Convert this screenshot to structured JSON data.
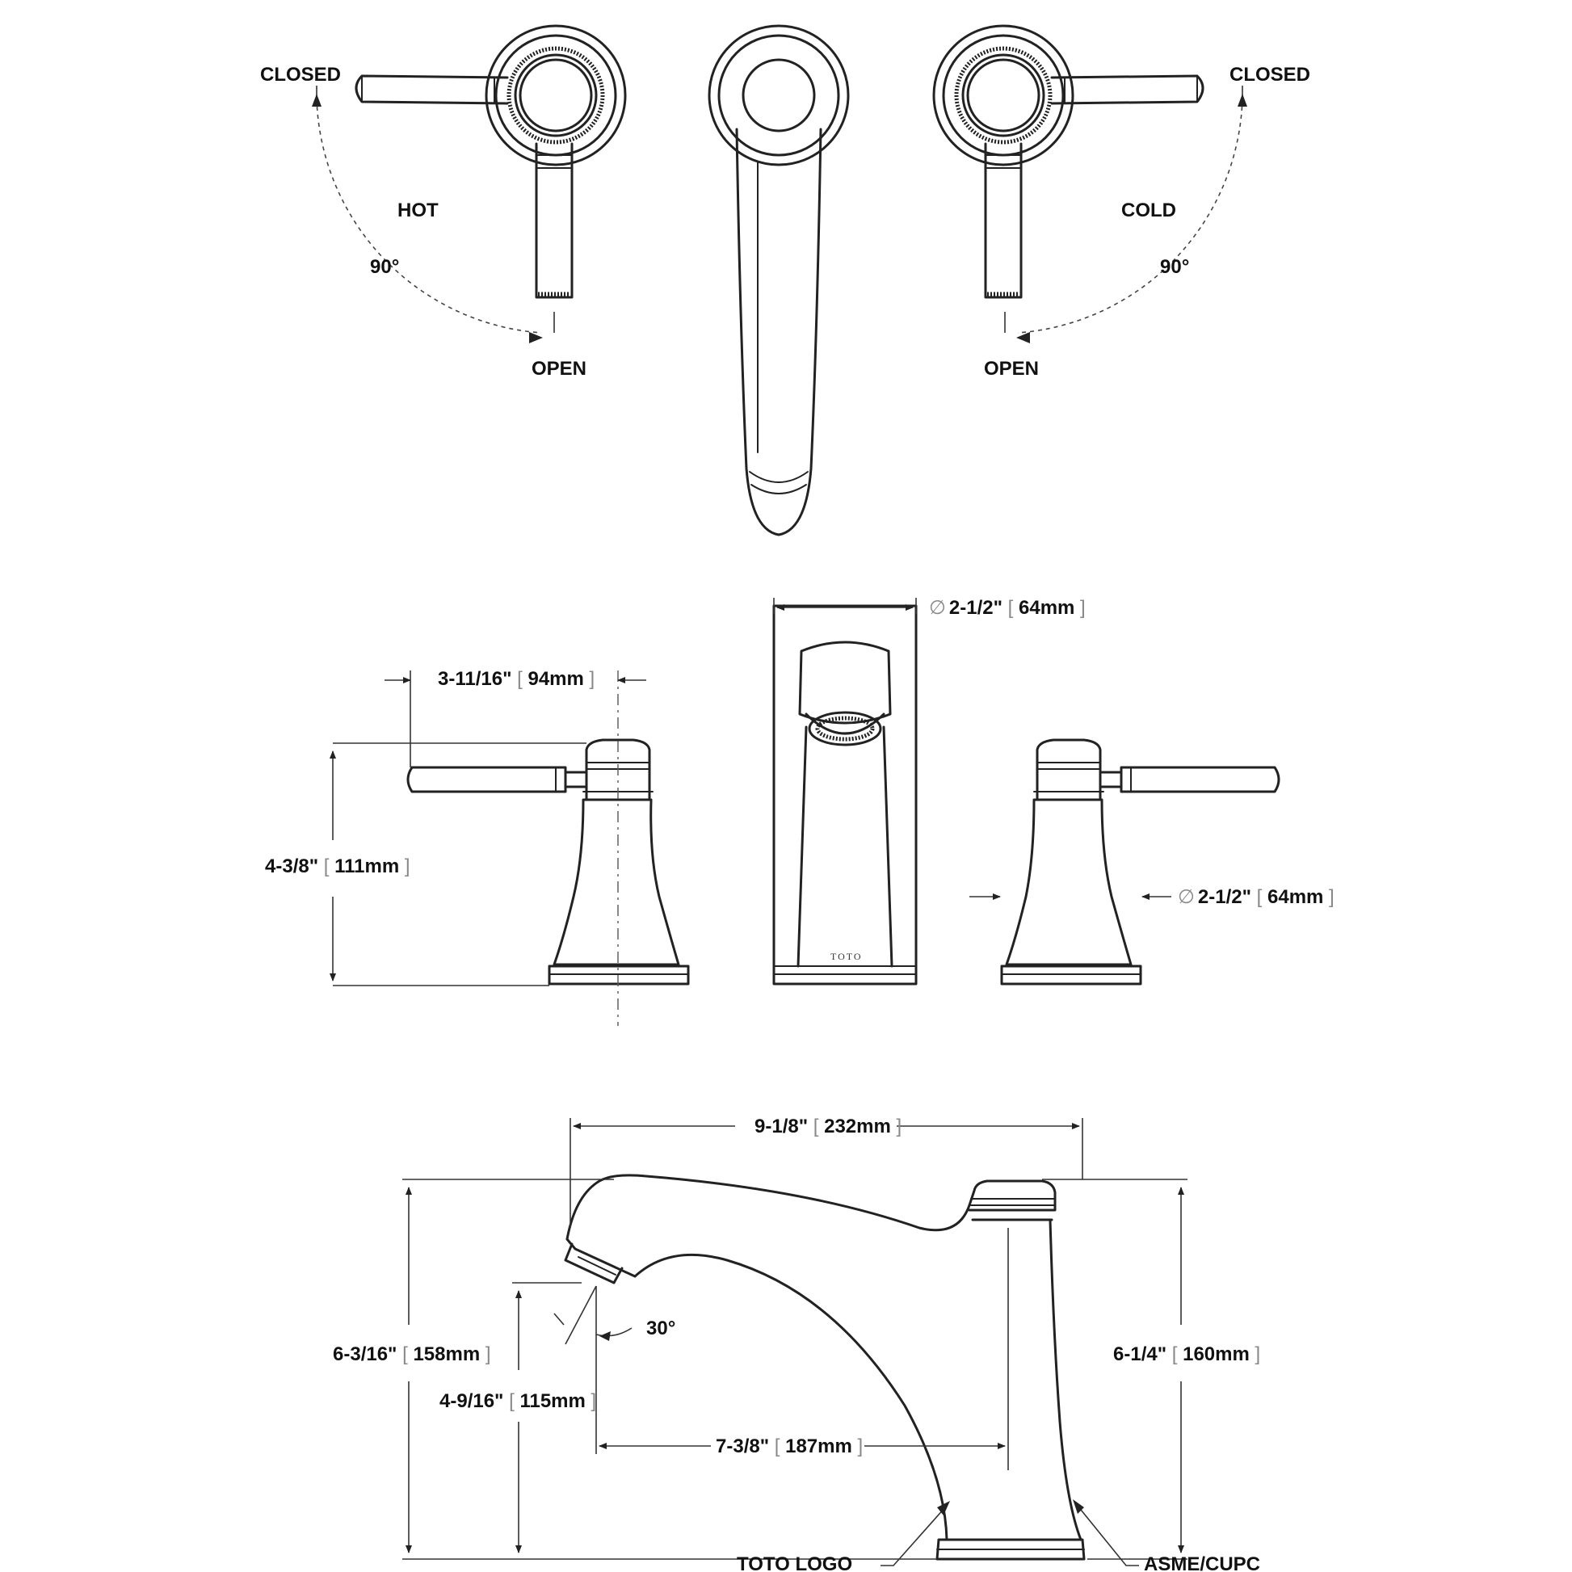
{
  "top_view": {
    "left_closed": "CLOSED",
    "left_open": "OPEN",
    "hot": "HOT",
    "left_angle": "90°",
    "right_closed": "CLOSED",
    "right_open": "OPEN",
    "cold": "COLD",
    "right_angle": "90°"
  },
  "front_view": {
    "lever_reach": {
      "imperial": "3-11/16\"",
      "metric": "94mm"
    },
    "handle_height": {
      "imperial": "4-3/8\"",
      "metric": "111mm"
    },
    "spout_base_diameter": {
      "symbol": "∅",
      "imperial": "2-1/2\"",
      "metric": "64mm"
    },
    "handle_base_diameter": {
      "symbol": "∅",
      "imperial": "2-1/2\"",
      "metric": "64mm"
    },
    "spout_marking": "TOTO"
  },
  "side_view": {
    "spout_reach_total": {
      "imperial": "9-1/8\"",
      "metric": "232mm"
    },
    "overall_height": {
      "imperial": "6-3/16\"",
      "metric": "158mm"
    },
    "outlet_height": {
      "imperial": "4-9/16\"",
      "metric": "115mm"
    },
    "spout_reach": {
      "imperial": "7-3/8\"",
      "metric": "187mm"
    },
    "body_height": {
      "imperial": "6-1/4\"",
      "metric": "160mm"
    },
    "outlet_angle": "30°",
    "callout_logo": "TOTO LOGO",
    "callout_cert": "ASME/CUPC"
  }
}
